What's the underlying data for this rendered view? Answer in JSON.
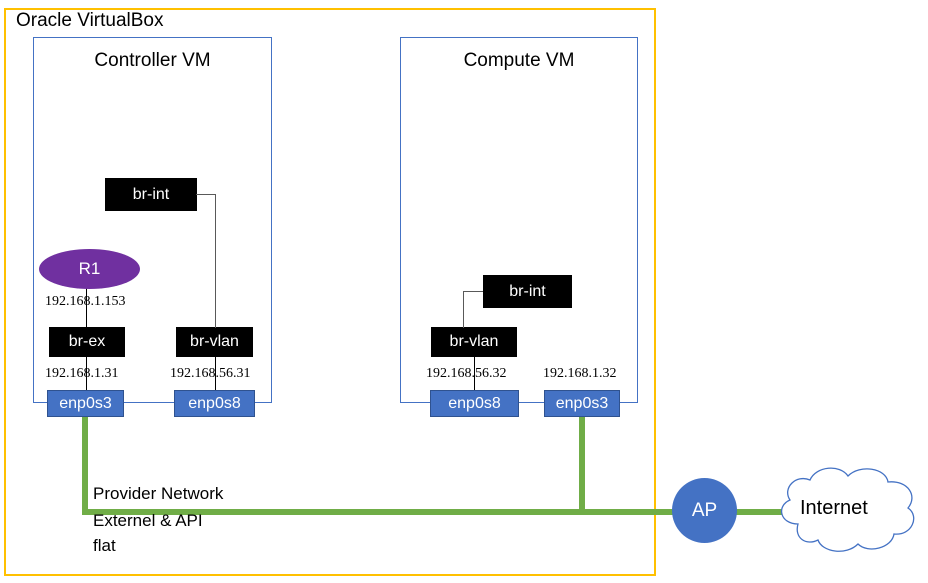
{
  "diagram": {
    "outer_frame": {
      "label": "Oracle VirtualBox",
      "border_color": "#FFC000"
    },
    "vms": [
      {
        "name": "controller",
        "title": "Controller VM",
        "border_color": "#4472C4"
      },
      {
        "name": "compute",
        "title": "Compute VM",
        "border_color": "#4472C4"
      }
    ],
    "controller": {
      "br_int": "br-int",
      "br_ex": "br-ex",
      "br_vlan": "br-vlan",
      "router": "R1",
      "nic_ext": "enp0s3",
      "nic_vlan": "enp0s8",
      "ip_router": "192.168.1.153",
      "ip_br_ex": "192.168.1.31",
      "ip_br_vlan": "192.168.56.31"
    },
    "compute": {
      "br_int": "br-int",
      "br_vlan": "br-vlan",
      "nic_vlan": "enp0s8",
      "nic_ext": "enp0s3",
      "ip_br_vlan": "192.168.56.32",
      "ip_ext": "192.168.1.32"
    },
    "provider_network": {
      "line1": "Provider Network",
      "line2": "Externel & API",
      "line3": "flat",
      "color": "#70AD47"
    },
    "ap": {
      "label": "AP",
      "color": "#4472C4"
    },
    "internet": {
      "label": "Internet",
      "outline_color": "#4472C4"
    },
    "colors": {
      "bridge_fill": "#000000",
      "nic_fill": "#4472C4",
      "router_fill": "#7030A0",
      "frame": "#FFC000",
      "link": "#70AD47"
    }
  }
}
